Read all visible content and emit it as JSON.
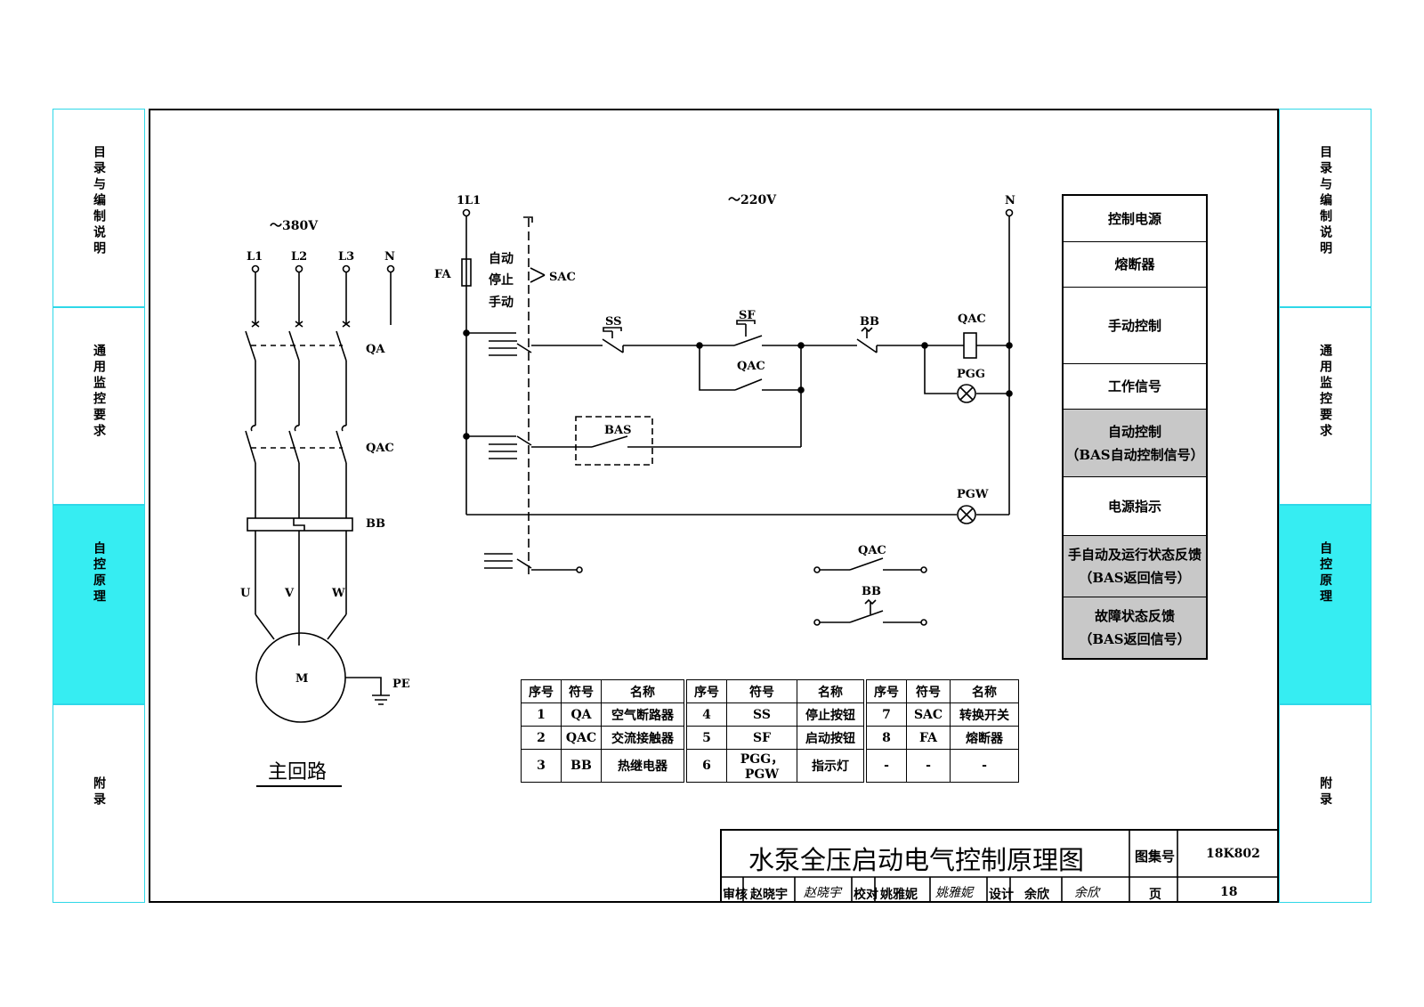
{
  "sidebar_left": [
    {
      "label": "目录与编制说明",
      "active": false
    },
    {
      "label": "通用监控要求",
      "active": false
    },
    {
      "label": "自控原理",
      "active": true
    },
    {
      "label": "附录",
      "active": false
    }
  ],
  "sidebar_right": [
    {
      "label": "目录与编制说明",
      "active": false
    },
    {
      "label": "通用监控要求",
      "active": false
    },
    {
      "label": "自控原理",
      "active": true
    },
    {
      "label": "附录",
      "active": false
    }
  ],
  "colors": {
    "accent": "#36edf2",
    "border": "#2fd8e8",
    "gray_cell": "#c8c8c8"
  },
  "main_circuit": {
    "voltage": "～380V",
    "phases": [
      "L1",
      "L2",
      "L3",
      "N"
    ],
    "qa": "QA",
    "qac": "QAC",
    "bb": "BB",
    "uvw": [
      "U",
      "V",
      "W"
    ],
    "motor": "M",
    "pe": "PE",
    "caption": "主回路"
  },
  "control_circuit": {
    "l1": "1L1",
    "n": "N",
    "voltage": "～220V",
    "fa": "FA",
    "sac": "SAC",
    "mode_auto": "自动",
    "mode_stop": "停止",
    "mode_manual": "手动",
    "ss": "SS",
    "sf": "SF",
    "bb": "BB",
    "qac": "QAC",
    "qac2": "QAC",
    "pgg": "PGG",
    "bas": "BAS",
    "pgw": "PGW",
    "fb_qac": "QAC",
    "fb_bb": "BB"
  },
  "legend": [
    {
      "line1": "控制电源",
      "line2": "",
      "gray": false
    },
    {
      "line1": "熔断器",
      "line2": "",
      "gray": false
    },
    {
      "line1": "手动控制",
      "line2": "",
      "gray": false
    },
    {
      "line1": "工作信号",
      "line2": "",
      "gray": false
    },
    {
      "line1": "自动控制",
      "line2": "（BAS自动控制信号）",
      "gray": true
    },
    {
      "line1": "电源指示",
      "line2": "",
      "gray": false
    },
    {
      "line1": "手自动及运行状态反馈",
      "line2": "（BAS返回信号）",
      "gray": true
    },
    {
      "line1": "故障状态反馈",
      "line2": "（BAS返回信号）",
      "gray": true
    }
  ],
  "parts_table": {
    "headers": [
      "序号",
      "符号",
      "名称",
      "序号",
      "符号",
      "名称",
      "序号",
      "符号",
      "名称"
    ],
    "rows": [
      [
        "1",
        "QA",
        "空气断路器",
        "4",
        "SS",
        "停止按钮",
        "7",
        "SAC",
        "转换开关"
      ],
      [
        "2",
        "QAC",
        "交流接触器",
        "5",
        "SF",
        "启动按钮",
        "8",
        "FA",
        "熔断器"
      ],
      [
        "3",
        "BB",
        "热继电器",
        "6",
        "PGG，PGW",
        "指示灯",
        "-",
        "-",
        "-"
      ]
    ]
  },
  "title_block": {
    "title": "水泵全压启动电气控制原理图",
    "atlas_label": "图集号",
    "atlas_no": "18K802",
    "review_label": "审核",
    "reviewer": "赵晓宇",
    "reviewer_sig": "赵晓宇",
    "check_label": "校对",
    "checker": "姚雅妮",
    "checker_sig": "姚雅妮",
    "design_label": "设计",
    "designer": "余欣",
    "designer_sig": "余欣",
    "page_label": "页",
    "page_no": "18"
  }
}
